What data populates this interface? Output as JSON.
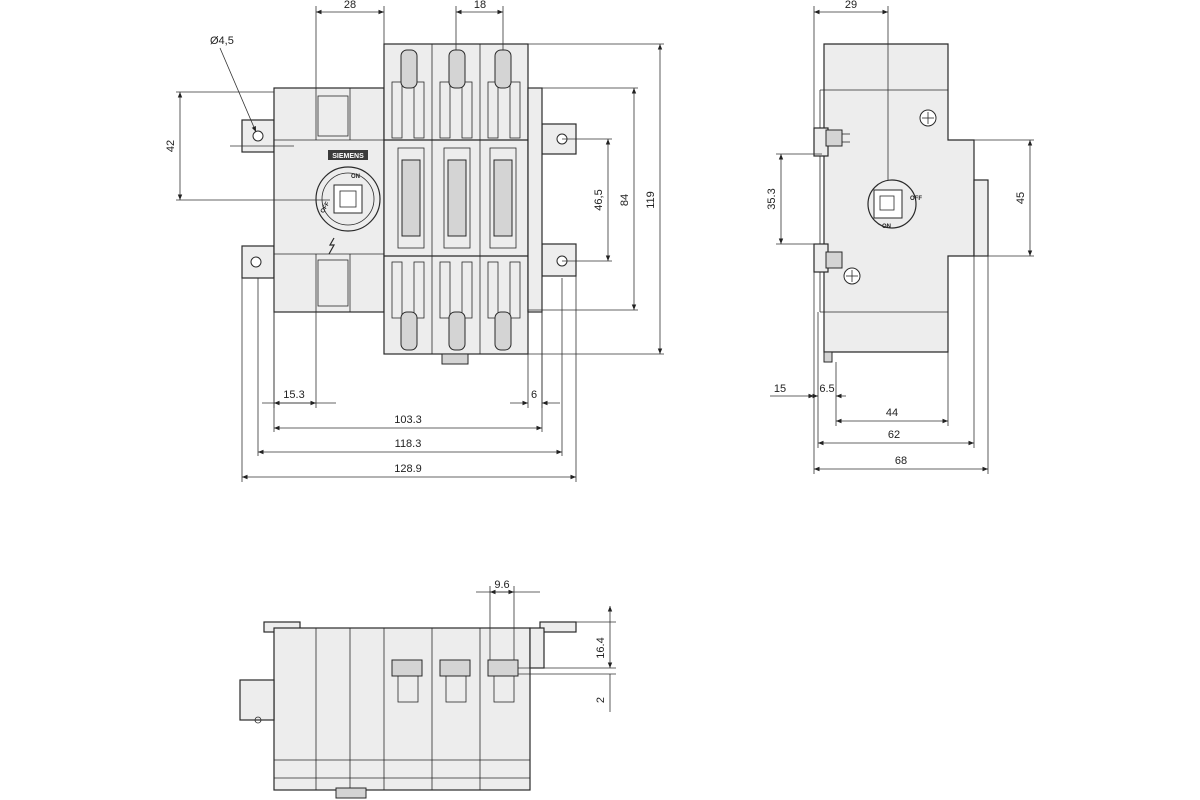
{
  "brand": "SIEMENS",
  "handle": {
    "on_label": "ON",
    "off_label": "OFF"
  },
  "front_view": {
    "dim_28": "28",
    "dim_18": "18",
    "dim_hole": "Ø4,5",
    "dim_42": "42",
    "dim_46_5": "46,5",
    "dim_84": "84",
    "dim_119": "119",
    "dim_15_3": "15.3",
    "dim_6": "6",
    "dim_103_3": "103.3",
    "dim_118_3": "118.3",
    "dim_128_9": "128.9"
  },
  "side_view": {
    "dim_29": "29",
    "dim_35_3": "35.3",
    "dim_45": "45",
    "dim_15": "15",
    "dim_6_5": "6.5",
    "dim_44": "44",
    "dim_62": "62",
    "dim_68": "68"
  },
  "bottom_view": {
    "dim_9_6": "9.6",
    "dim_16_4": "16.4",
    "dim_2": "2"
  }
}
